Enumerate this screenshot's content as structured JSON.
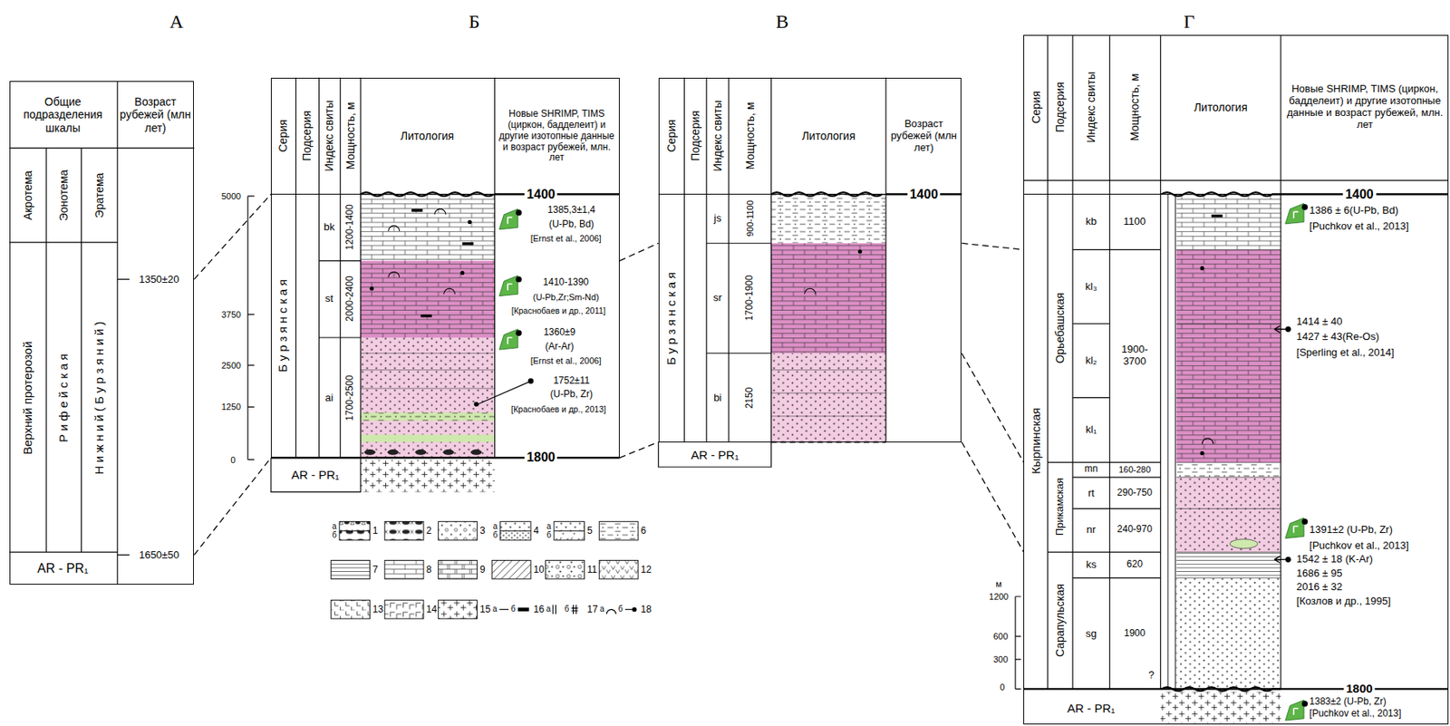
{
  "diagram": {
    "nodes": [
      {
        "text": [
          "А"
        ]
      },
      {
        "text": [
          "Б"
        ]
      },
      {
        "text": [
          "В"
        ]
      },
      {
        "text": [
          "Г"
        ]
      }
    ],
    "edges": [
      {
        "from": 0,
        "to": 1,
        "arrow": "none"
      },
      {
        "from": 0,
        "to": 1,
        "arrow": "none"
      },
      {
        "from": 1,
        "to": 2,
        "arrow": "none"
      },
      {
        "from": 1,
        "to": 2,
        "arrow": "none"
      },
      {
        "from": 2,
        "to": 3,
        "arrow": "none"
      },
      {
        "from": 2,
        "to": 3,
        "arrow": "none"
      },
      {
        "from": 2,
        "to": 3,
        "arrow": "none"
      }
    ],
    "labels": [
      "Общие подразделения шкалы",
      "Возраст рубежей (млн лет)",
      "Акротема",
      "Эонотема",
      "Эратема",
      "Верхний протерозой",
      "Р и ф е й с к а я",
      "Н и ж н и й ( Б у р з я н и й )",
      "1350±20",
      "1650±50",
      "AR - PR₁",
      "Серия",
      "Подсерия",
      "Индекс свиты",
      "Мощность, м",
      "Литология",
      "Новые SHRIMP, TIMS (циркон, бадделеит) и другие изотопные данные и возраст рубежей, млн. лет",
      "Б у р з я н с к а я",
      "bk",
      "st",
      "ai",
      "1200-1400",
      "2000-2400",
      "1700-2500",
      "1400",
      "1385,3±1,4",
      "(U-Pb, Bd)",
      "[Ernst et al., 2006]",
      "1410-1390",
      "(U-Pb,Zr;Sm-Nd)",
      "[Краснобаев и др., 2011]",
      "1360±9",
      "(Ar-Ar)",
      "[Ernst et al., 2006]",
      "1752±11",
      "(U-Pb, Zr)",
      "[Краснобаев и др., 2013]",
      "1800",
      "AR - PR₁",
      "5000",
      "3750",
      "2500",
      "1250",
      "0",
      "Серия",
      "Подсерия",
      "Индекс свиты",
      "Мощность, м",
      "Литология",
      "Возраст рубежей (млн лет)",
      "Б у р з я н с к а я",
      "js",
      "sr",
      "bi",
      "900-1100",
      "1700-1900",
      "2150",
      "1400",
      "AR - PR₁",
      "Серия",
      "Подсерия",
      "Индекс свиты",
      "Мощность, м",
      "Литология",
      "Новые SHRIMP, TIMS (циркон, бадделеит) и другие изотопные данные и возраст рубежей, млн. лет",
      "Кырпинская",
      "Орьебашская",
      "Прикамская",
      "Сарапульская",
      "kb",
      "kl₃",
      "kl₂",
      "kl₁",
      "mn",
      "rt",
      "nr",
      "ks",
      "sg",
      "1100",
      "1900-3700",
      "160-280",
      "290-750",
      "240-970",
      "620",
      "1900",
      "1400",
      "1386 ± 6(U-Pb, Bd)",
      "[Puchkov et al., 2013]",
      "1414 ± 40",
      "1427 ± 43(Re-Os)",
      "[Sperling et al., 2014]",
      "1391±2 (U-Pb, Zr)",
      "[Puchkov et al., 2013]",
      "1542 ± 18 (K-Ar)",
      "1686 ± 95",
      "2016 ± 32",
      "[Козлов и др., 1995]",
      "1800",
      "1383±2 (U-Pb, Zr)",
      "[Puchkov et al., 2013]",
      "AR - PR₁",
      "1200",
      "600",
      "300",
      "0",
      "м",
      "?",
      "а",
      "б",
      "а",
      "б",
      "а",
      "б",
      "а",
      "б",
      "а",
      "б",
      "а",
      "б"
    ],
    "legend": [
      {
        "text": "1"
      },
      {
        "text": "2"
      },
      {
        "text": "3"
      },
      {
        "text": "4"
      },
      {
        "text": "5"
      },
      {
        "text": "6"
      },
      {
        "text": "7"
      },
      {
        "text": "8"
      },
      {
        "text": "9"
      },
      {
        "text": "10"
      },
      {
        "text": "11"
      },
      {
        "text": "12"
      },
      {
        "text": "13"
      },
      {
        "text": "14"
      },
      {
        "text": "15"
      },
      {
        "text": "16"
      },
      {
        "text": "17"
      },
      {
        "text": "18"
      }
    ]
  }
}
